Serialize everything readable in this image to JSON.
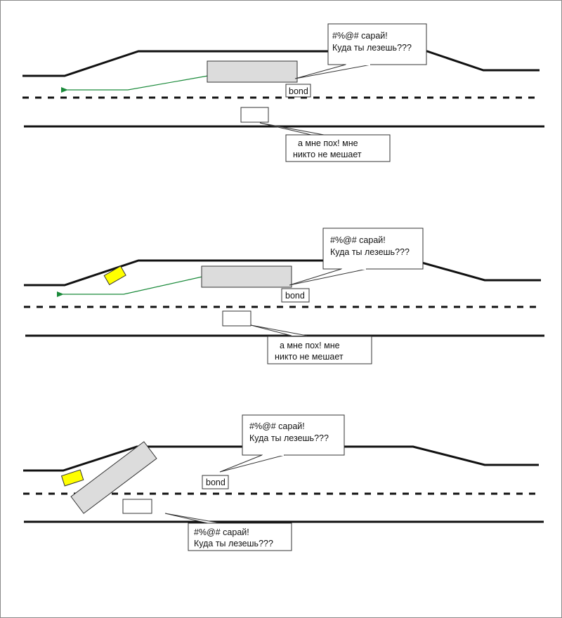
{
  "colors": {
    "road": "#111111",
    "arrow": "#1a8a3a",
    "truck_fill": "#dcdcdc",
    "car_fill": "#ffff00",
    "frame": "#8a8a8a"
  },
  "icons": {
    "arrow": "green-arrow-left-icon",
    "truck": "gray-rectangle-truck",
    "car": "yellow-rectangle-car"
  },
  "scenes": [
    {
      "truck_bubble": {
        "line1": "#%@# сарай!",
        "line2": "Куда ты лезешь???"
      },
      "bond_label": "bond",
      "small_car_bubble": {
        "line1": "а мне пох! мне",
        "line2": "никто не мешает"
      }
    },
    {
      "truck_bubble": {
        "line1": "#%@# сарай!",
        "line2": "Куда ты лезешь???"
      },
      "bond_label": "bond",
      "small_car_bubble": {
        "line1": "а мне пох! мне",
        "line2": "никто не мешает"
      }
    },
    {
      "truck_bubble": {
        "line1": "#%@# сарай!",
        "line2": "Куда ты лезешь???"
      },
      "bond_label": "bond",
      "small_car_bubble": {
        "line1": "#%@# сарай!",
        "line2": "Куда ты лезешь???"
      }
    }
  ]
}
